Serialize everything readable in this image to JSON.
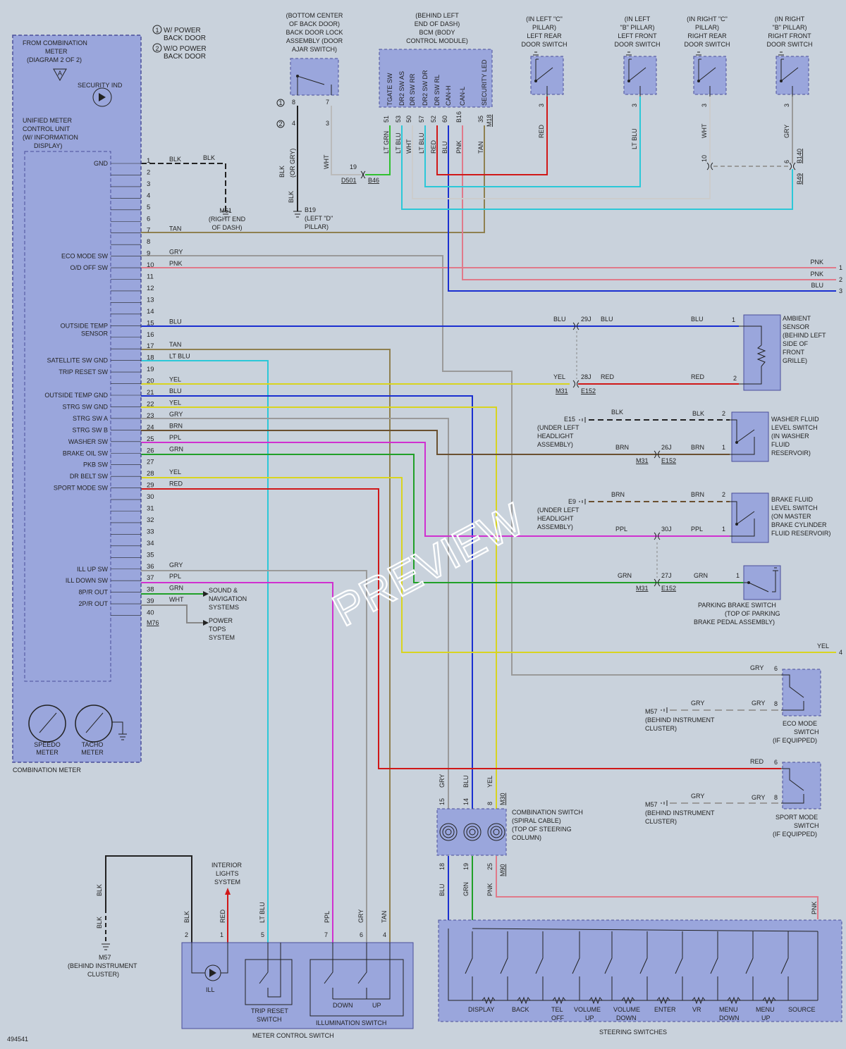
{
  "diagram_id": "494541",
  "watermark": "PREVIEW",
  "colors": {
    "BLK": "#222222",
    "TAN": "#8f8050",
    "GRY": "#9a9a9a",
    "PNK": "#e07a8a",
    "BLU": "#1a2fd0",
    "LT BLU": "#2cc8d8",
    "YEL": "#d8d420",
    "BRN": "#6a5030",
    "PPL": "#d030d0",
    "GRN": "#20a028",
    "RED": "#d01818",
    "LT GRN": "#30c030",
    "WHT": "#e8e8e8",
    "box_fill": "#9aa6dc",
    "box_stroke": "#4a4f9a"
  },
  "legend": {
    "n1": "1",
    "l1": "W/ POWER",
    "l1b": "BACK DOOR",
    "n2": "2",
    "l2": "W/O POWER",
    "l2b": "BACK DOOR"
  },
  "combination_meter": {
    "from": [
      "FROM COMBINATION",
      "METER",
      "(DIAGRAM 2 OF 2)"
    ],
    "connector_letter": "A",
    "security_ind": "SECURITY IND",
    "unit": [
      "UNIFIED METER",
      "CONTROL UNIT",
      "(W/ INFORMATION",
      "DISPLAY)"
    ],
    "label": "COMBINATION METER",
    "speedo": [
      "SPEEDO",
      "METER"
    ],
    "tacho": [
      "TACHO",
      "METER"
    ],
    "connector": "M76",
    "pin_labels": [
      {
        "pin": "1",
        "text": "GND"
      },
      {
        "pin": "9",
        "text": "ECO MODE SW"
      },
      {
        "pin": "10",
        "text": "O/D OFF SW"
      },
      {
        "pin": "15",
        "text": "OUTSIDE TEMP"
      },
      {
        "pin": "15b",
        "text": "SENSOR"
      },
      {
        "pin": "18",
        "text": "SATELLITE SW GND"
      },
      {
        "pin": "19",
        "text": "TRIP RESET SW"
      },
      {
        "pin": "21",
        "text": "OUTSIDE TEMP GND"
      },
      {
        "pin": "22",
        "text": "STRG SW GND"
      },
      {
        "pin": "23",
        "text": "STRG SW A"
      },
      {
        "pin": "24",
        "text": "STRG SW B"
      },
      {
        "pin": "25",
        "text": "WASHER SW"
      },
      {
        "pin": "26",
        "text": "BRAKE OIL SW"
      },
      {
        "pin": "27",
        "text": "PKB SW"
      },
      {
        "pin": "28",
        "text": "DR BELT SW"
      },
      {
        "pin": "29",
        "text": "SPORT MODE SW"
      },
      {
        "pin": "36",
        "text": "ILL UP SW"
      },
      {
        "pin": "37",
        "text": "ILL DOWN SW"
      },
      {
        "pin": "38",
        "text": "8P/R OUT"
      },
      {
        "pin": "39",
        "text": "2P/R OUT"
      }
    ],
    "wire_labels": [
      {
        "pin": "1",
        "text": "BLK"
      },
      {
        "pin": "7",
        "text": "TAN"
      },
      {
        "pin": "9",
        "text": "GRY"
      },
      {
        "pin": "10",
        "text": "PNK"
      },
      {
        "pin": "15",
        "text": "BLU"
      },
      {
        "pin": "17",
        "text": "TAN"
      },
      {
        "pin": "18",
        "text": "LT BLU"
      },
      {
        "pin": "20",
        "text": "YEL"
      },
      {
        "pin": "21",
        "text": "BLU"
      },
      {
        "pin": "22",
        "text": "YEL"
      },
      {
        "pin": "23",
        "text": "GRY"
      },
      {
        "pin": "24",
        "text": "BRN"
      },
      {
        "pin": "25",
        "text": "PPL"
      },
      {
        "pin": "26",
        "text": "GRN"
      },
      {
        "pin": "28",
        "text": "YEL"
      },
      {
        "pin": "29",
        "text": "RED"
      },
      {
        "pin": "36",
        "text": "GRY"
      },
      {
        "pin": "37",
        "text": "PPL"
      },
      {
        "pin": "38",
        "text": "GRN"
      },
      {
        "pin": "39",
        "text": "WHT"
      }
    ],
    "pins": [
      "1",
      "2",
      "3",
      "4",
      "5",
      "6",
      "7",
      "8",
      "9",
      "10",
      "11",
      "12",
      "13",
      "14",
      "15",
      "16",
      "17",
      "18",
      "19",
      "20",
      "21",
      "22",
      "23",
      "24",
      "25",
      "26",
      "27",
      "28",
      "29",
      "30",
      "31",
      "32",
      "33",
      "34",
      "35",
      "36",
      "37",
      "38",
      "39",
      "40"
    ]
  },
  "ground_m61": {
    "wire": "BLK",
    "label": [
      "M61",
      "(RIGHT END",
      "OF DASH)"
    ]
  },
  "sound_nav": [
    "SOUND &",
    "NAVIGATION",
    "SYSTEMS"
  ],
  "power_tops": [
    "POWER",
    "TOPS",
    "SYSTEM"
  ],
  "back_door": {
    "title": [
      "(BOTTOM CENTER",
      "OF BACK DOOR)",
      "BACK DOOR LOCK",
      "ASSEMBLY (DOOR",
      "AJAR SWITCH)"
    ],
    "pin_a": "8",
    "pin_a2": "4",
    "pin_b": "7",
    "pin_b2": "3",
    "wire_a": "BLK",
    "wire_a2": "(OR GRY)",
    "wire_b": "WHT",
    "wire_c": "BLK",
    "ground": [
      "B19",
      "(LEFT \"D\"",
      "PILLAR)"
    ],
    "conn_pin": "19",
    "conn_a": "D501",
    "conn_b": "B46"
  },
  "bcm": {
    "title": [
      "(BEHIND LEFT",
      "END OF DASH)",
      "BCM (BODY",
      "CONTROL MODULE)"
    ],
    "pins": [
      {
        "name": "TGATE SW",
        "pin": "51",
        "wire": "LT GRN"
      },
      {
        "name": "DR2 SW AS",
        "pin": "53",
        "wire": "LT BLU"
      },
      {
        "name": "DR SW RR",
        "pin": "50",
        "wire": "WHT"
      },
      {
        "name": "DR2 SW DR",
        "pin": "57",
        "wire": "LT BLU"
      },
      {
        "name": "DR SW RL",
        "pin": "52",
        "wire": "RED"
      },
      {
        "name": "CAN-H",
        "pin": "60",
        "wire": "BLU"
      },
      {
        "name": "CAN-L",
        "pin": "B16",
        "wire": "PNK"
      },
      {
        "name": "SECURITY LED",
        "pin": "35",
        "wire": "TAN"
      }
    ],
    "connector": "M18"
  },
  "door_switches": [
    {
      "title": [
        "(IN LEFT \"C\"",
        "PILLAR)",
        "LEFT REAR",
        "DOOR SWITCH"
      ],
      "pin": "3",
      "wire": "RED"
    },
    {
      "title": [
        "(IN LEFT",
        "\"B\" PILLAR)",
        "LEFT FRONT",
        "DOOR SWITCH"
      ],
      "pin": "3",
      "wire": "LT BLU"
    },
    {
      "title": [
        "(IN RIGHT \"C\"",
        "PILLAR)",
        "RIGHT REAR",
        "DOOR SWITCH"
      ],
      "pin": "3",
      "wire": "WHT",
      "conn_pin": "10"
    },
    {
      "title": [
        "(IN RIGHT",
        "\"B\" PILLAR)",
        "RIGHT FRONT",
        "DOOR SWITCH"
      ],
      "pin": "3",
      "wire": "GRY",
      "conn_pin": "6",
      "conn_a": "B140",
      "conn_b": "B49"
    }
  ],
  "right_outputs": [
    {
      "wire": "PNK",
      "num": "1"
    },
    {
      "wire": "PNK",
      "num": "2"
    },
    {
      "wire": "BLU",
      "num": "3"
    },
    {
      "wire": "YEL",
      "num": "4"
    }
  ],
  "ambient": {
    "title": [
      "AMBIENT",
      "SENSOR",
      "(BEHIND LEFT",
      "SIDE OF",
      "FRONT",
      "GRILLE)"
    ],
    "w1a": "BLU",
    "c1": "29J",
    "w1b": "BLU",
    "w1c": "BLU",
    "p1": "1",
    "w2a": "YEL",
    "c2": "28J",
    "w2b": "RED",
    "w2c": "RED",
    "p2": "2",
    "conn_a": "M31",
    "conn_b": "E152"
  },
  "washer": {
    "title": [
      "WASHER FLUID",
      "LEVEL SWITCH",
      "(IN WASHER",
      "FLUID",
      "RESERVOIR)"
    ],
    "ground": [
      "E15",
      "(UNDER LEFT",
      "HEADLIGHT",
      "ASSEMBLY)"
    ],
    "w_gnd": "BLK",
    "w_gnd2": "BLK",
    "p_gnd": "2",
    "w1": "BRN",
    "c1": "26J",
    "w2": "BRN",
    "p1": "1",
    "conn_a": "M31",
    "conn_b": "E152"
  },
  "brake": {
    "title": [
      "BRAKE FLUID",
      "LEVEL SWITCH",
      "(ON MASTER",
      "BRAKE CYLINDER",
      "FLUID RESERVOIR)"
    ],
    "ground": [
      "E9",
      "(UNDER LEFT",
      "HEADLIGHT",
      "ASSEMBLY)"
    ],
    "w_gnd": "BRN",
    "w_gnd2": "BRN",
    "p_gnd": "2",
    "w1": "PPL",
    "c1": "30J",
    "w2": "PPL",
    "p1": "1"
  },
  "parking": {
    "title": [
      "PARKING BRAKE SWITCH",
      "(TOP OF PARKING",
      "BRAKE PEDAL ASSEMBLY)"
    ],
    "w1": "GRN",
    "c1": "27J",
    "w2": "GRN",
    "p1": "1",
    "conn_a": "M31",
    "conn_b": "E152"
  },
  "eco": {
    "title": [
      "ECO MODE",
      "SWITCH",
      "(IF EQUIPPED)"
    ],
    "w_top": "GRY",
    "p_top": "6",
    "w_gnd": "GRY",
    "w_gnd2": "GRY",
    "p_gnd": "8",
    "ground": [
      "M57",
      "(BEHIND INSTRUMENT",
      "CLUSTER)"
    ]
  },
  "sport": {
    "title": [
      "SPORT MODE",
      "SWITCH",
      "(IF EQUIPPED)"
    ],
    "w_top": "RED",
    "p_top": "6",
    "w_gnd": "GRY",
    "w_gnd2": "GRY",
    "p_gnd": "8",
    "ground": [
      "M57",
      "(BEHIND INSTRUMENT",
      "CLUSTER)"
    ]
  },
  "combo_switch": {
    "title": [
      "COMBINATION SWITCH",
      "(SPIRAL CABLE)",
      "(TOP OF STEERING",
      "COLUMN)"
    ],
    "top_pins": [
      {
        "pin": "15",
        "wire": "GRY"
      },
      {
        "pin": "14",
        "wire": "BLU"
      },
      {
        "pin": "8",
        "wire": "YEL"
      }
    ],
    "top_conn": "M30",
    "bottom_pins": [
      {
        "pin": "18",
        "wire": "BLU"
      },
      {
        "pin": "19",
        "wire": "GRN"
      },
      {
        "pin": "25",
        "wire": "PNK"
      }
    ],
    "bottom_conn": "M90"
  },
  "steering": {
    "label": "STEERING SWITCHES",
    "wire": "PNK",
    "buttons": [
      "DISPLAY",
      "BACK",
      "TEL",
      "OFF",
      "VOLUME",
      "UP",
      "VOLUME",
      "DOWN",
      "ENTER",
      "VR",
      "MENU",
      "DOWN",
      "MENU",
      "UP",
      "SOURCE"
    ]
  },
  "meter_control": {
    "label": "METER CONTROL SWITCH",
    "ill": "ILL",
    "trip": [
      "TRIP RESET",
      "SWITCH"
    ],
    "illum": "ILLUMINATION SWITCH",
    "down": "DOWN",
    "up": "UP",
    "pins": [
      {
        "pin": "2",
        "wire": "BLK"
      },
      {
        "pin": "1",
        "wire": "RED"
      },
      {
        "pin": "5",
        "wire": "LT BLU"
      },
      {
        "pin": "7",
        "wire": "PPL"
      },
      {
        "pin": "6",
        "wire": "GRY"
      },
      {
        "pin": "4",
        "wire": "TAN"
      }
    ],
    "interior": [
      "INTERIOR",
      "LIGHTS",
      "SYSTEM"
    ],
    "ground": [
      "M57",
      "(BEHIND INSTRUMENT",
      "CLUSTER)"
    ],
    "gnd_wire": "BLK",
    "gnd_wire2": "BLK"
  }
}
